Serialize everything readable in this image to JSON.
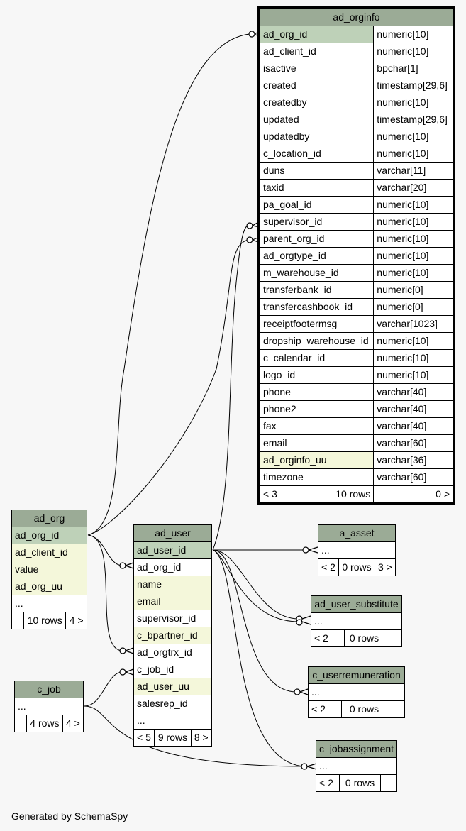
{
  "tables": {
    "ad_orginfo": {
      "name": "ad_orginfo",
      "columns": [
        {
          "name": "ad_org_id",
          "type": "numeric[10]"
        },
        {
          "name": "ad_client_id",
          "type": "numeric[10]"
        },
        {
          "name": "isactive",
          "type": "bpchar[1]"
        },
        {
          "name": "created",
          "type": "timestamp[29,6]"
        },
        {
          "name": "createdby",
          "type": "numeric[10]"
        },
        {
          "name": "updated",
          "type": "timestamp[29,6]"
        },
        {
          "name": "updatedby",
          "type": "numeric[10]"
        },
        {
          "name": "c_location_id",
          "type": "numeric[10]"
        },
        {
          "name": "duns",
          "type": "varchar[11]"
        },
        {
          "name": "taxid",
          "type": "varchar[20]"
        },
        {
          "name": "pa_goal_id",
          "type": "numeric[10]"
        },
        {
          "name": "supervisor_id",
          "type": "numeric[10]"
        },
        {
          "name": "parent_org_id",
          "type": "numeric[10]"
        },
        {
          "name": "ad_orgtype_id",
          "type": "numeric[10]"
        },
        {
          "name": "m_warehouse_id",
          "type": "numeric[10]"
        },
        {
          "name": "transferbank_id",
          "type": "numeric[0]"
        },
        {
          "name": "transfercashbook_id",
          "type": "numeric[0]"
        },
        {
          "name": "receiptfootermsg",
          "type": "varchar[1023]"
        },
        {
          "name": "dropship_warehouse_id",
          "type": "numeric[10]"
        },
        {
          "name": "c_calendar_id",
          "type": "numeric[10]"
        },
        {
          "name": "logo_id",
          "type": "numeric[10]"
        },
        {
          "name": "phone",
          "type": "varchar[40]"
        },
        {
          "name": "phone2",
          "type": "varchar[40]"
        },
        {
          "name": "fax",
          "type": "varchar[40]"
        },
        {
          "name": "email",
          "type": "varchar[60]"
        },
        {
          "name": "ad_orginfo_uu",
          "type": "varchar[36]"
        },
        {
          "name": "timezone",
          "type": "varchar[60]"
        }
      ],
      "footer": {
        "parents": "< 3",
        "rows": "10 rows",
        "children": "0 >"
      }
    },
    "ad_org": {
      "name": "ad_org",
      "columns": [
        "ad_org_id",
        "ad_client_id",
        "value",
        "ad_org_uu",
        "..."
      ],
      "footer": {
        "parents": "",
        "rows": "10 rows",
        "children": "4 >"
      }
    },
    "ad_user": {
      "name": "ad_user",
      "columns": [
        "ad_user_id",
        "ad_org_id",
        "name",
        "email",
        "supervisor_id",
        "c_bpartner_id",
        "ad_orgtrx_id",
        "c_job_id",
        "ad_user_uu",
        "salesrep_id",
        "..."
      ],
      "footer": {
        "parents": "< 5",
        "rows": "9 rows",
        "children": "8 >"
      }
    },
    "c_job": {
      "name": "c_job",
      "columns": [
        "..."
      ],
      "footer": {
        "parents": "",
        "rows": "4 rows",
        "children": "4 >"
      }
    },
    "a_asset": {
      "name": "a_asset",
      "columns": [
        "..."
      ],
      "footer": {
        "parents": "< 2",
        "rows": "0 rows",
        "children": "3 >"
      }
    },
    "ad_user_substitute": {
      "name": "ad_user_substitute",
      "columns": [
        "..."
      ],
      "footer": {
        "parents": "< 2",
        "rows": "0 rows",
        "children": ""
      }
    },
    "c_userremuneration": {
      "name": "c_userremuneration",
      "columns": [
        "..."
      ],
      "footer": {
        "parents": "< 2",
        "rows": "0 rows",
        "children": ""
      }
    },
    "c_jobassignment": {
      "name": "c_jobassignment",
      "columns": [
        "..."
      ],
      "footer": {
        "parents": "< 2",
        "rows": "0 rows",
        "children": ""
      }
    }
  },
  "footer_text": "Generated by SchemaSpy",
  "colors": {
    "background": "#f7f7f7",
    "header": "#9bab96",
    "primary_key": "#bed1b8",
    "indexed": "#f4f7da",
    "row": "#ffffff",
    "line": "#000000"
  }
}
